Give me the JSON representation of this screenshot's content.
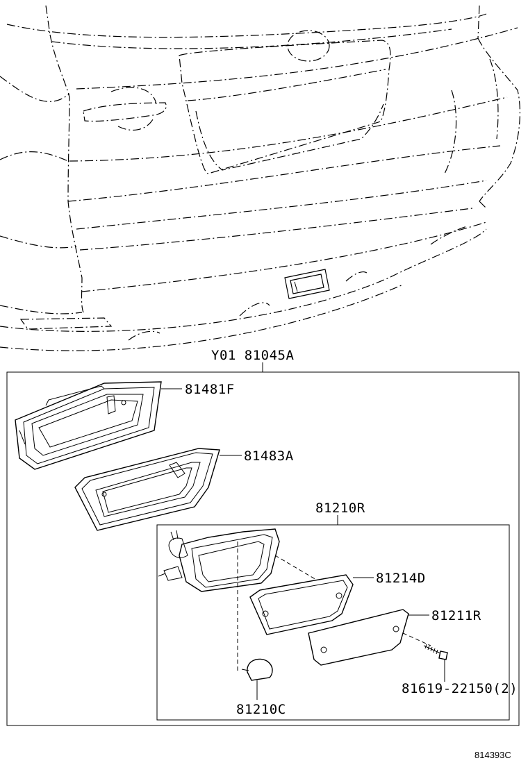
{
  "labels": {
    "assembly": "Y01 81045A",
    "p1": "81481F",
    "p2": "81483A",
    "p3": "81210R",
    "p4": "81214D",
    "p5": "81211R",
    "p6": "81619-22150(2)",
    "p7": "81210C"
  },
  "figure_code": "814393C"
}
